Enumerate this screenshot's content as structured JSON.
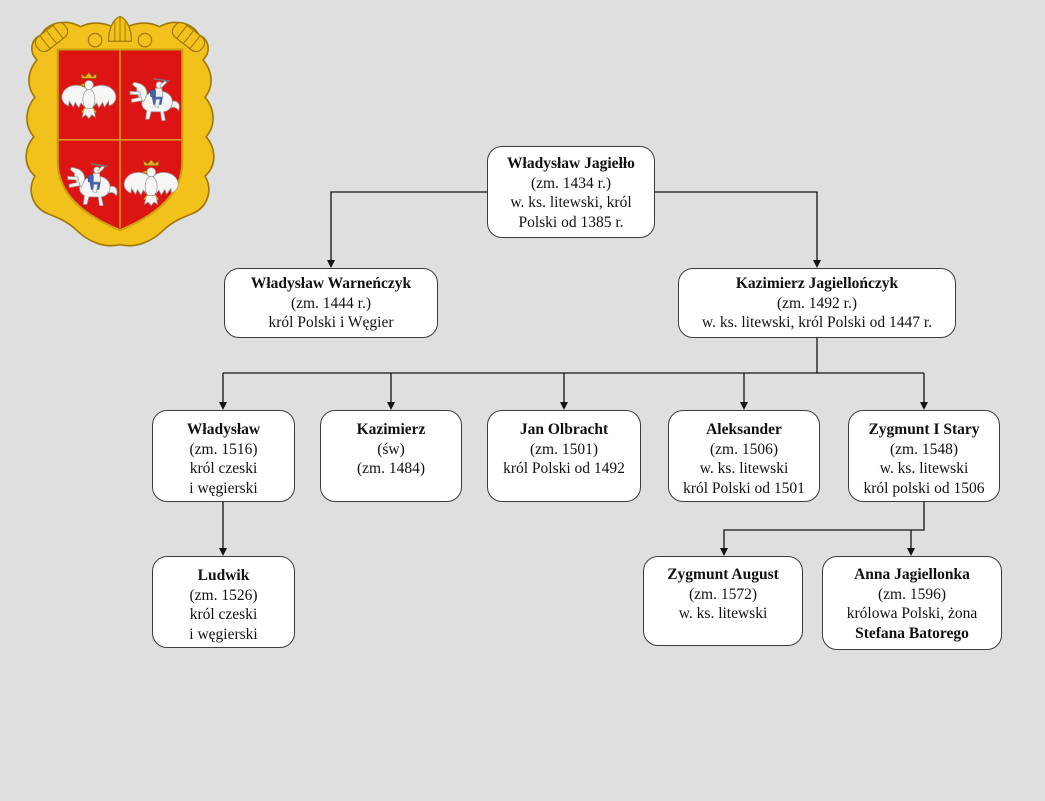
{
  "page": {
    "background_color": "#dfdfdf",
    "title": "Jagiellonian dynasty family tree"
  },
  "coat_of_arms": {
    "name": "Coat of arms of the Polish-Lithuanian Commonwealth",
    "quarters": [
      "white-eagle",
      "vytis-knight",
      "vytis-knight",
      "white-eagle"
    ],
    "colors": {
      "field_red": "#dd1414",
      "ornament_gold": "#f2c11b",
      "ornament_gold_dark": "#a07a08",
      "charge_white": "#f6f6f6",
      "knight_blue": "#3f63b5",
      "crown_gold": "#e7ab28"
    }
  },
  "tree": {
    "nodes": [
      {
        "id": "wladyslaw-jagiello",
        "name": "Władysław Jagiełło",
        "lines": [
          "(zm. 1434 r.)",
          "w. ks. litewski, król",
          "Polski od 1385 r."
        ]
      },
      {
        "id": "wladyslaw-warnenczyk",
        "name": "Władysław Warneńczyk",
        "lines": [
          "(zm. 1444 r.)",
          "król Polski i Węgier"
        ]
      },
      {
        "id": "kazimierz-jagiellonczyk",
        "name": "Kazimierz Jagiellończyk",
        "lines": [
          "(zm. 1492 r.)",
          "w. ks. litewski, król Polski od 1447 r."
        ]
      },
      {
        "id": "wladyslaw",
        "name": "Władysław",
        "lines": [
          "(zm. 1516)",
          "król czeski",
          "i węgierski"
        ]
      },
      {
        "id": "kazimierz-swiety",
        "name": "Kazimierz",
        "lines": [
          "(św)",
          "(zm. 1484)"
        ]
      },
      {
        "id": "jan-olbracht",
        "name": "Jan Olbracht",
        "lines": [
          "(zm. 1501)",
          "król Polski od 1492"
        ]
      },
      {
        "id": "aleksander",
        "name": "Aleksander",
        "lines": [
          "(zm. 1506)",
          "w. ks. litewski",
          "król Polski od 1501"
        ]
      },
      {
        "id": "zygmunt-i-stary",
        "name": "Zygmunt I Stary",
        "lines": [
          "(zm. 1548)",
          "w. ks. litewski",
          "król polski od 1506"
        ]
      },
      {
        "id": "ludwik",
        "name": "Ludwik",
        "lines": [
          "(zm. 1526)",
          "król czeski",
          "i węgierski"
        ]
      },
      {
        "id": "zygmunt-august",
        "name": "Zygmunt August",
        "lines": [
          "(zm. 1572)",
          "w. ks. litewski"
        ]
      },
      {
        "id": "anna-jagiellonka",
        "name": "Anna Jagiellonka",
        "lines": [
          "(zm. 1596)",
          "królowa Polski, żona",
          "Stefana Batorego"
        ]
      }
    ]
  }
}
